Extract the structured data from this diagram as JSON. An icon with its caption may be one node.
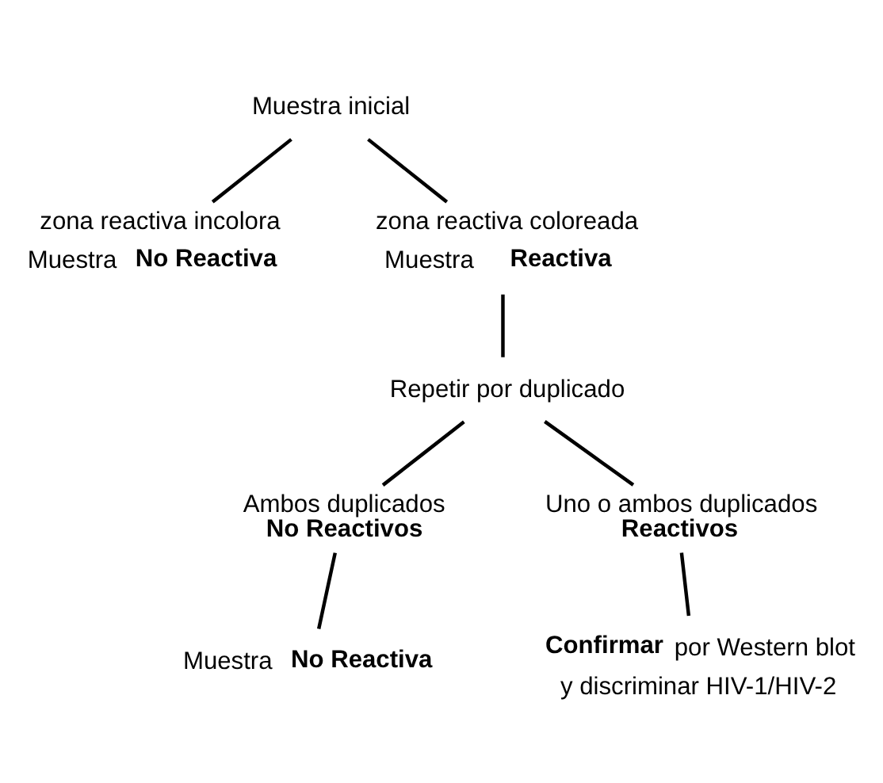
{
  "diagram": {
    "nodes": [
      {
        "text": [
          "Muestra inicial"
        ]
      },
      {
        "text": [
          "zona reactiva incolora",
          "Muestra **No Reactiva**"
        ]
      },
      {
        "text": [
          "zona reactiva coloreada",
          "Muestra **Reactiva**"
        ]
      },
      {
        "text": [
          "Repetir por duplicado"
        ]
      },
      {
        "text": [
          "Ambos duplicados",
          "**No Reactivos**"
        ]
      },
      {
        "text": [
          "Uno o ambos duplicados",
          "**Reactivos**"
        ]
      },
      {
        "text": [
          "Muestra **No Reactiva**"
        ]
      },
      {
        "text": [
          "**Confirmar** por Western blot",
          "y discriminar HIV-1/HIV-2"
        ]
      }
    ],
    "edges": [
      {
        "from": 0,
        "to": 1,
        "arrow": "none"
      },
      {
        "from": 0,
        "to": 2,
        "arrow": "none"
      },
      {
        "from": 2,
        "to": 3,
        "arrow": "none"
      },
      {
        "from": 3,
        "to": 4,
        "arrow": "none"
      },
      {
        "from": 3,
        "to": 5,
        "arrow": "none"
      },
      {
        "from": 4,
        "to": 6,
        "arrow": "none"
      },
      {
        "from": 5,
        "to": 7,
        "arrow": "none"
      }
    ]
  }
}
